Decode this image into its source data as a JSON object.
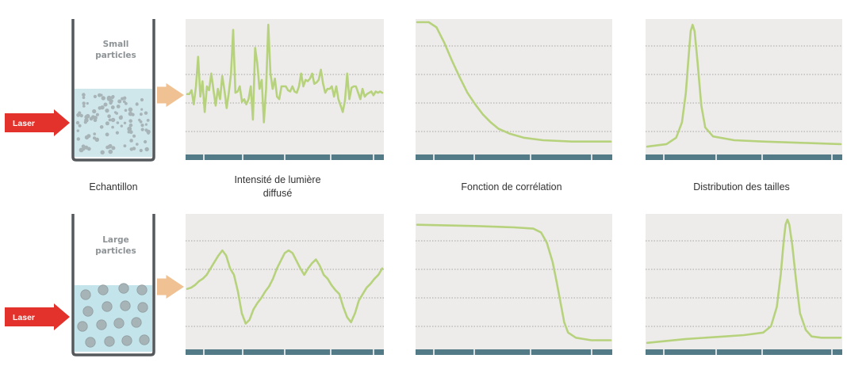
{
  "rows": [
    {
      "beaker_label_lines": [
        "Small",
        "particles"
      ],
      "laser_label": "Laser",
      "intensity_curve": [
        0.44,
        0.44,
        0.47,
        0.36,
        0.5,
        0.73,
        0.42,
        0.54,
        0.3,
        0.5,
        0.47,
        0.6,
        0.47,
        0.35,
        0.48,
        0.4,
        0.58,
        0.47,
        0.33,
        0.45,
        0.6,
        0.94,
        0.45,
        0.46,
        0.5,
        0.38,
        0.4,
        0.36,
        0.4,
        0.5,
        0.24,
        0.8,
        0.68,
        0.48,
        0.55,
        0.22,
        0.48,
        0.98,
        0.6,
        0.48,
        0.56,
        0.42,
        0.4,
        0.5,
        0.5,
        0.5,
        0.47,
        0.46,
        0.5,
        0.46,
        0.45,
        0.5,
        0.6,
        0.5,
        0.55,
        0.54,
        0.56,
        0.6,
        0.52,
        0.53,
        0.55,
        0.63,
        0.52,
        0.45,
        0.48,
        0.48,
        0.5,
        0.42,
        0.5,
        0.4,
        0.35,
        0.3,
        0.39,
        0.6,
        0.4,
        0.49,
        0.5,
        0.5,
        0.45,
        0.4,
        0.48,
        0.42,
        0.44,
        0.45,
        0.46,
        0.43,
        0.46,
        0.45,
        0.46,
        0.45
      ],
      "correlation_curve": [
        [
          0,
          1.0
        ],
        [
          0.06,
          1.0
        ],
        [
          0.1,
          0.96
        ],
        [
          0.14,
          0.84
        ],
        [
          0.18,
          0.7
        ],
        [
          0.22,
          0.57
        ],
        [
          0.26,
          0.45
        ],
        [
          0.3,
          0.36
        ],
        [
          0.34,
          0.28
        ],
        [
          0.38,
          0.22
        ],
        [
          0.42,
          0.17
        ],
        [
          0.48,
          0.13
        ],
        [
          0.55,
          0.1
        ],
        [
          0.65,
          0.08
        ],
        [
          0.8,
          0.07
        ],
        [
          1.0,
          0.07
        ]
      ],
      "distribution_curve": [
        [
          0,
          0.03
        ],
        [
          0.1,
          0.05
        ],
        [
          0.15,
          0.1
        ],
        [
          0.18,
          0.22
        ],
        [
          0.2,
          0.45
        ],
        [
          0.215,
          0.75
        ],
        [
          0.225,
          0.93
        ],
        [
          0.235,
          0.98
        ],
        [
          0.245,
          0.93
        ],
        [
          0.26,
          0.7
        ],
        [
          0.28,
          0.35
        ],
        [
          0.3,
          0.18
        ],
        [
          0.34,
          0.11
        ],
        [
          0.45,
          0.08
        ],
        [
          0.6,
          0.07
        ],
        [
          0.8,
          0.06
        ],
        [
          1.0,
          0.05
        ]
      ]
    },
    {
      "beaker_label_lines": [
        "Large",
        "particles"
      ],
      "laser_label": "Laser",
      "intensity_curve": [
        0.44,
        0.45,
        0.47,
        0.5,
        0.52,
        0.55,
        0.6,
        0.65,
        0.7,
        0.74,
        0.7,
        0.6,
        0.55,
        0.42,
        0.25,
        0.17,
        0.2,
        0.28,
        0.33,
        0.37,
        0.42,
        0.46,
        0.52,
        0.6,
        0.66,
        0.72,
        0.74,
        0.72,
        0.66,
        0.6,
        0.55,
        0.6,
        0.64,
        0.67,
        0.62,
        0.55,
        0.52,
        0.47,
        0.43,
        0.4,
        0.3,
        0.22,
        0.18,
        0.25,
        0.35,
        0.4,
        0.45,
        0.48,
        0.52,
        0.55,
        0.6
      ],
      "correlation_curve": [
        [
          0,
          0.94
        ],
        [
          0.3,
          0.93
        ],
        [
          0.5,
          0.92
        ],
        [
          0.6,
          0.91
        ],
        [
          0.64,
          0.88
        ],
        [
          0.67,
          0.8
        ],
        [
          0.7,
          0.65
        ],
        [
          0.72,
          0.5
        ],
        [
          0.74,
          0.34
        ],
        [
          0.76,
          0.18
        ],
        [
          0.78,
          0.1
        ],
        [
          0.82,
          0.06
        ],
        [
          0.9,
          0.04
        ],
        [
          1.0,
          0.04
        ]
      ],
      "distribution_curve": [
        [
          0,
          0.02
        ],
        [
          0.2,
          0.05
        ],
        [
          0.4,
          0.07
        ],
        [
          0.5,
          0.08
        ],
        [
          0.6,
          0.1
        ],
        [
          0.64,
          0.15
        ],
        [
          0.67,
          0.3
        ],
        [
          0.69,
          0.55
        ],
        [
          0.705,
          0.8
        ],
        [
          0.715,
          0.94
        ],
        [
          0.725,
          0.98
        ],
        [
          0.735,
          0.94
        ],
        [
          0.75,
          0.78
        ],
        [
          0.77,
          0.5
        ],
        [
          0.79,
          0.25
        ],
        [
          0.82,
          0.12
        ],
        [
          0.85,
          0.07
        ],
        [
          0.9,
          0.06
        ],
        [
          1.0,
          0.06
        ]
      ]
    }
  ],
  "labels": {
    "echantillon": "Echantillon",
    "intensity_line1": "Intensité de lumière",
    "intensity_line2": "diffusé",
    "correlation": "Fonction de corrélation",
    "distribution": "Distribution des tailles"
  },
  "colors": {
    "panel_bg": "#eeecea",
    "grid": "#8f8f8f",
    "curve": "#b7d27c",
    "time_bar": "#537a87",
    "laser": "#e2322b",
    "flow_arrow_orange": "#f0c193",
    "flow_arrow_white": "#ffffff",
    "beaker_outline": "#55595c",
    "liquid": "#cfe6ea",
    "liquid_large": "#c3e4ea",
    "particle": "#a7b4b7",
    "beaker_text": "#8e9396"
  }
}
